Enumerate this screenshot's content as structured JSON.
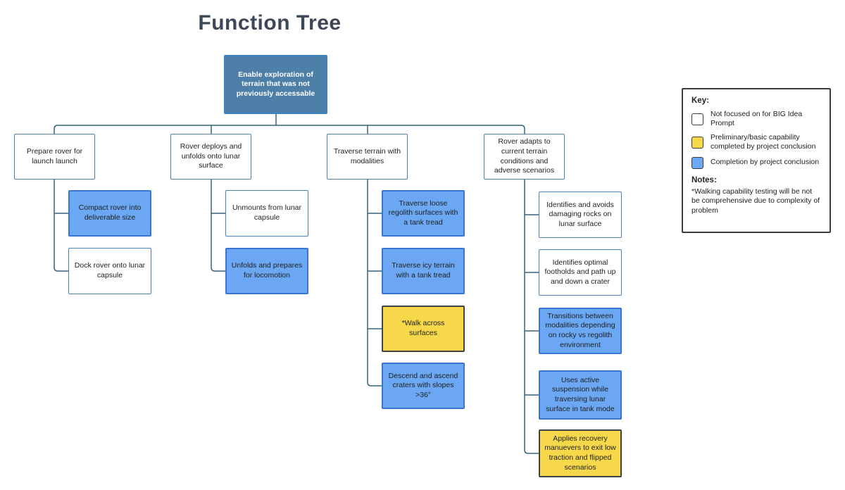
{
  "title": "Function Tree",
  "colors": {
    "root_fill": "#4d7fa9",
    "root_border": "#3d85c6",
    "blue_fill": "#6ba7f2",
    "blue_border": "#3975d1",
    "yellow_fill": "#f6d84a",
    "yellow_border": "#434343",
    "white_fill": "#ffffff",
    "white_border": "#4d80b8",
    "connector": "#35637f",
    "key_border": "#3c3c3c",
    "title_color": "#3d4757",
    "text_color": "#1f1f1f"
  },
  "tree": {
    "root": {
      "label": "Enable exploration of terrain that was not previously accessable",
      "status": "completion"
    },
    "branches": [
      {
        "label": "Prepare rover for launch launch",
        "status": "not_focused",
        "children": [
          {
            "label": "Compact rover into deliverable size",
            "status": "completion"
          },
          {
            "label": "Dock rover onto lunar capsule",
            "status": "not_focused"
          }
        ]
      },
      {
        "label": "Rover deploys and unfolds onto lunar surface",
        "status": "not_focused",
        "children": [
          {
            "label": "Unmounts from lunar capsule",
            "status": "not_focused"
          },
          {
            "label": "Unfolds and prepares for locomotion",
            "status": "completion"
          }
        ]
      },
      {
        "label": "Traverse terrain with modalities",
        "status": "not_focused",
        "children": [
          {
            "label": "Traverse loose regolith surfaces with a tank tread",
            "status": "completion"
          },
          {
            "label": "Traverse icy terrain with a tank tread",
            "status": "completion"
          },
          {
            "label": "*Walk across surfaces",
            "status": "preliminary"
          },
          {
            "label": "Descend and ascend craters with slopes >36°",
            "status": "completion"
          }
        ]
      },
      {
        "label": "Rover adapts to current terrain conditions and adverse scenarios",
        "status": "not_focused",
        "children": [
          {
            "label": "Identifies and avoids damaging rocks on lunar surface",
            "status": "not_focused"
          },
          {
            "label": "Identifies optimal footholds and path up and down a crater",
            "status": "not_focused"
          },
          {
            "label": "Transitions between modalities depending on rocky vs regolith environment",
            "status": "completion"
          },
          {
            "label": "Uses active suspension while traversing lunar surface in tank mode",
            "status": "completion"
          },
          {
            "label": "Applies recovery manuevers to exit low traction and flipped scenarios",
            "status": "preliminary"
          }
        ]
      }
    ]
  },
  "key": {
    "title": "Key:",
    "entries": [
      {
        "swatch": "white",
        "label": "Not focused on for BIG Idea Prompt"
      },
      {
        "swatch": "yellow",
        "label": "Preliminary/basic capability completed by project conclusion"
      },
      {
        "swatch": "blue",
        "label": "Completion by project conclusion"
      }
    ],
    "notes_title": "Notes:",
    "notes": "*Walking capability testing will be not be comprehensive due to complexity of problem"
  }
}
